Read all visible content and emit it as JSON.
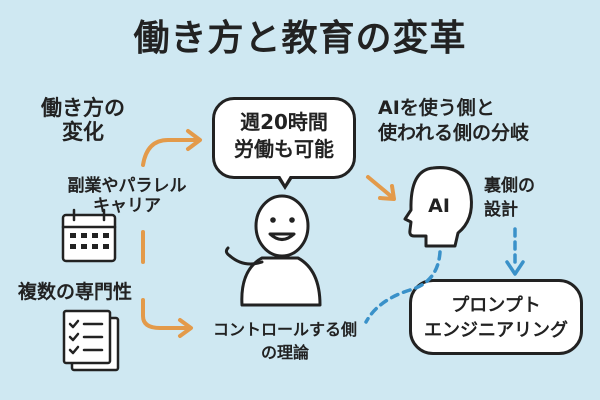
{
  "title": "働き方と教育の変革",
  "left": {
    "heading": "働き方の\n変化",
    "side_job": "副業やパラレル\nキャリア",
    "multiple_expertise": "複数の専門性"
  },
  "center": {
    "bubble": "週20時間\n労働も可能",
    "control_logic": "コントロールする側\nの理論"
  },
  "right": {
    "ai_split": "AIを使う側と\n使われる側の分岐",
    "ai_label": "AI",
    "behind_design": "裏側の\n設計",
    "prompt_engineering": "プロンプト\nエンジニアリング"
  },
  "colors": {
    "background": "#cfe8f2",
    "orange_arrow": "#e39a4a",
    "blue_dashed": "#3a91c9",
    "ink": "#222222",
    "white": "#ffffff"
  },
  "icons": [
    "calendar-icon",
    "checklist-icon",
    "smiling-person-figure",
    "ai-head-icon"
  ]
}
